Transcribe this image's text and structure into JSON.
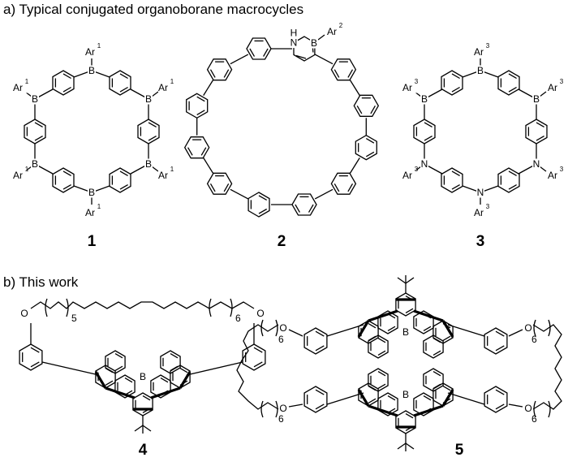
{
  "section_a": "a) Typical conjugated organoborane macrocycles",
  "section_b": "b) This work",
  "compound_numbers": [
    "1",
    "2",
    "3",
    "4",
    "5"
  ],
  "atoms": {
    "boron": "B",
    "nitrogen": "N",
    "nh": "H",
    "oxygen": "O",
    "aryl": "Ar",
    "aryl_sup_1": "1",
    "aryl_sup_2": "2",
    "aryl_sup_3": "3"
  },
  "chain_counts": {
    "c4_left": "5",
    "c4_right": "6",
    "c5": "6"
  },
  "colors": {
    "boron": "#e41e1e",
    "nitrogen": "#1f2bd6",
    "bond": "#000000"
  }
}
